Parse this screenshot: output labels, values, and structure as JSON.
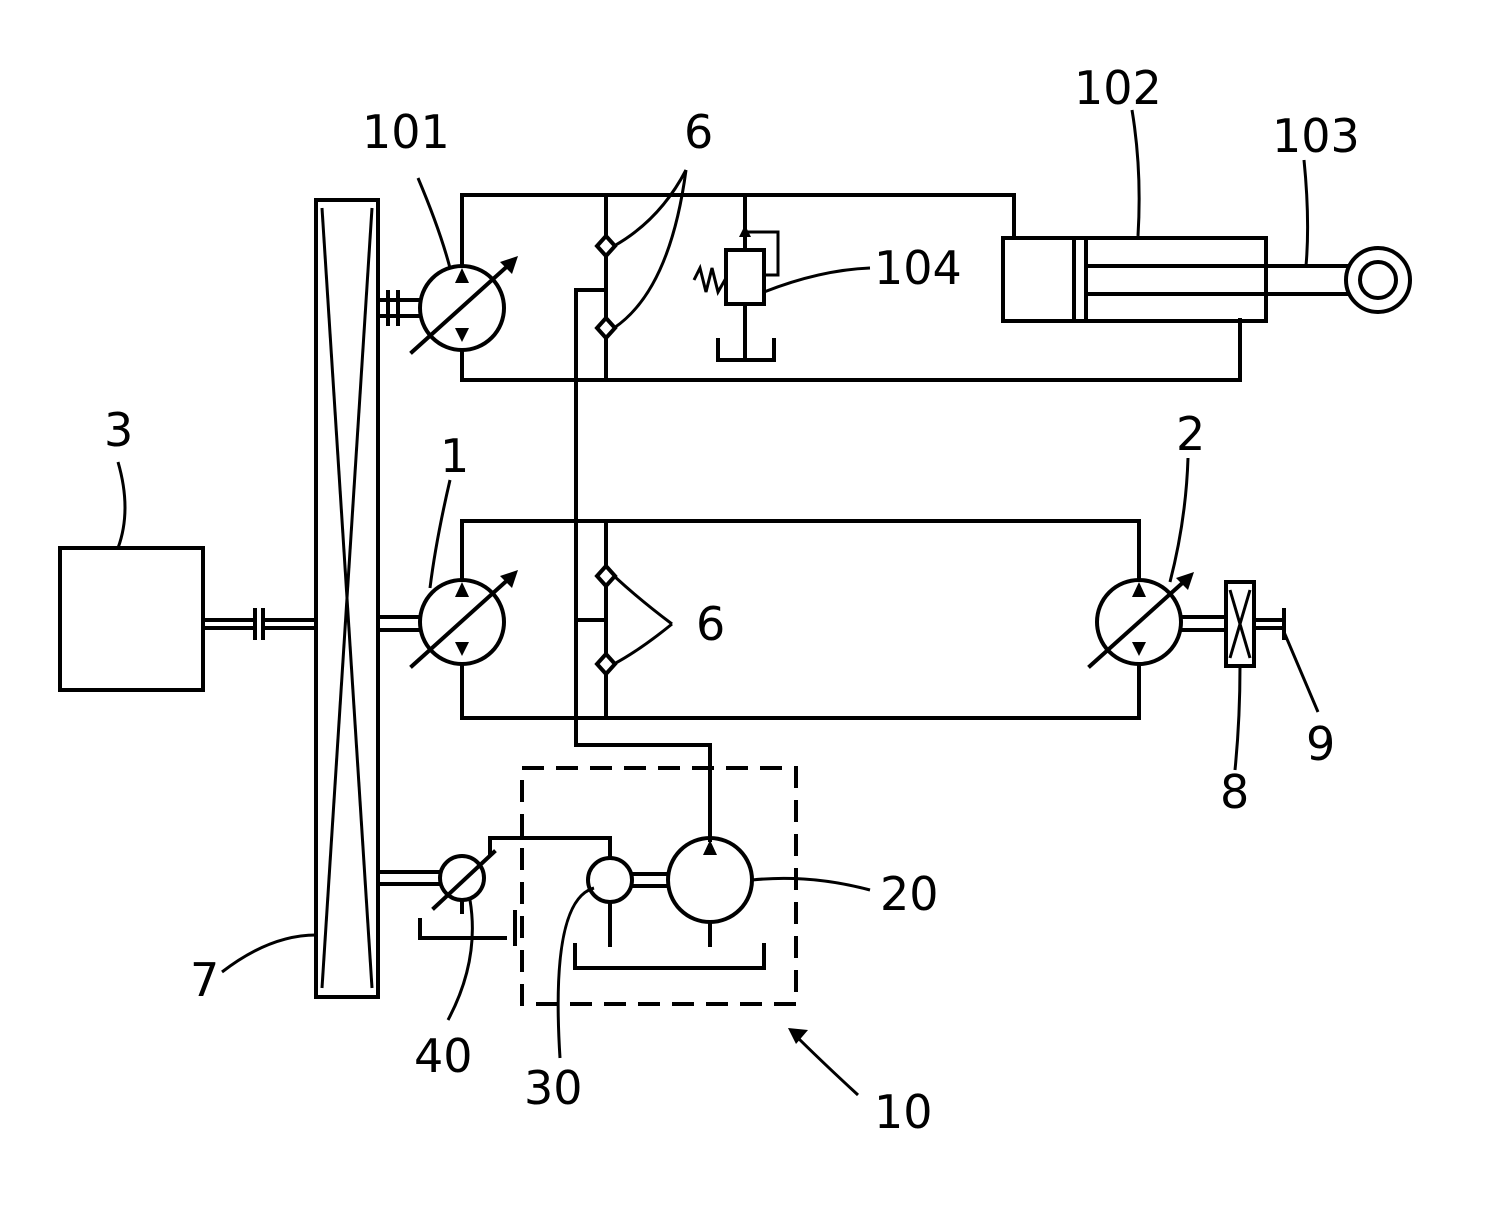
{
  "labels": {
    "n101": "101",
    "n6_top": "6",
    "n102": "102",
    "n103": "103",
    "n104": "104",
    "n3": "3",
    "n1": "1",
    "n2": "2",
    "n6_mid": "6",
    "n8": "8",
    "n9": "9",
    "n20": "20",
    "n7": "7",
    "n40": "40",
    "n30": "30",
    "n10": "10"
  }
}
